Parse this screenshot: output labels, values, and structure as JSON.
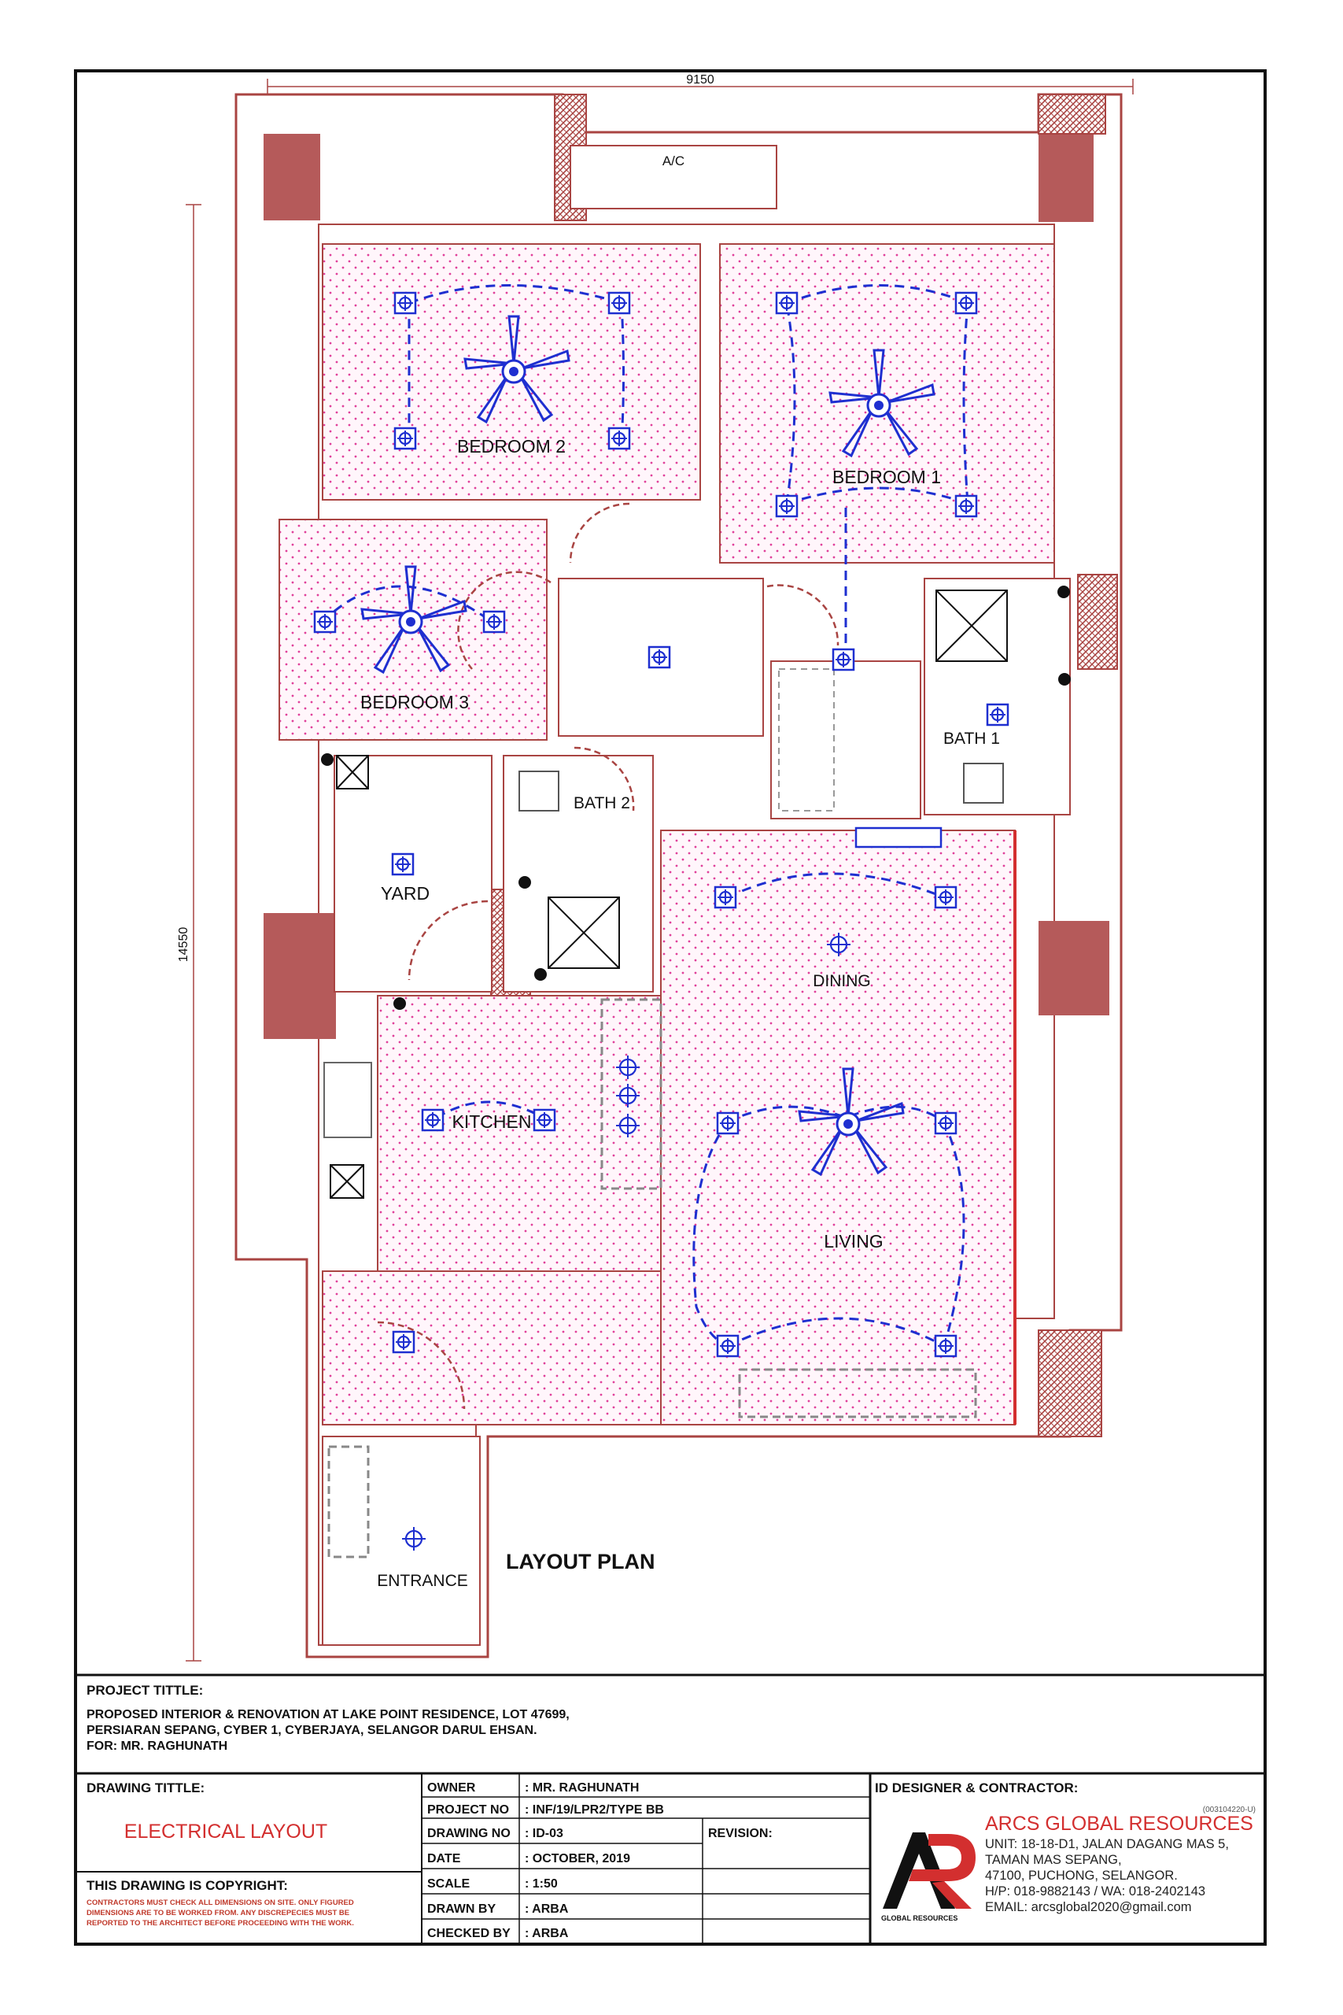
{
  "plan": {
    "dim_width": "9150",
    "dim_height": "14550",
    "ac_label": "A/C",
    "layout_title": "LAYOUT PLAN",
    "rooms": {
      "bedroom2": "BEDROOM 2",
      "bedroom1": "BEDROOM 1",
      "bedroom3": "BEDROOM 3",
      "bath1": "BATH 1",
      "bath2": "BATH 2",
      "yard": "YARD",
      "dining": "DINING",
      "kitchen": "KITCHEN",
      "living": "LIVING",
      "entrance": "ENTRANCE"
    }
  },
  "title_block": {
    "project_title_label": "PROJECT TITTLE:",
    "project_lines": [
      "PROPOSED INTERIOR & RENOVATION AT LAKE POINT RESIDENCE, LOT 47699,",
      "PERSIARAN SEPANG, CYBER 1, CYBERJAYA, SELANGOR DARUL EHSAN.",
      "FOR: MR. RAGHUNATH"
    ],
    "drawing_title_label": "DRAWING TITTLE:",
    "drawing_title": "ELECTRICAL LAYOUT",
    "copyright_label": "THIS DRAWING IS COPYRIGHT:",
    "copyright_notes": [
      "CONTRACTORS MUST CHECK ALL DIMENSIONS ON SITE. ONLY FIGURED",
      "DIMENSIONS ARE TO BE WORKED FROM. ANY DISCREPECIES MUST BE",
      "REPORTED TO THE ARCHITECT BEFORE PROCEEDING WITH THE WORK."
    ],
    "fields": [
      {
        "label": "OWNER",
        "value": ": MR. RAGHUNATH"
      },
      {
        "label": "PROJECT NO",
        "value": ": INF/19/LPR2/TYPE BB"
      },
      {
        "label": "DRAWING NO",
        "value": ": ID-03"
      },
      {
        "label": "DATE",
        "value": ": OCTOBER, 2019"
      },
      {
        "label": "SCALE",
        "value": ": 1:50"
      },
      {
        "label": "DRAWN BY",
        "value": ": ARBA"
      },
      {
        "label": "CHECKED BY",
        "value": ": ARBA"
      }
    ],
    "revision_label": "REVISION:",
    "designer_label": "ID DESIGNER & CONTRACTOR:",
    "company": {
      "reg_no": "(003104220-U)",
      "name": "ARCS GLOBAL RESOURCES",
      "address_lines": [
        "UNIT: 18-18-D1, JALAN DAGANG MAS 5,",
        "TAMAN MAS SEPANG,",
        "47100, PUCHONG, SELANGOR.",
        "H/P: 018-9882143 / WA: 018-2402143",
        "EMAIL: arcsglobal2020@gmail.com"
      ],
      "logo_caption": "GLOBAL RESOURCES"
    }
  },
  "colors": {
    "wall": "#a94442",
    "column": "#b55a5a",
    "fixture": "#1e2fd0",
    "dots": "#e0409a",
    "accent_red": "#d32f2f"
  }
}
